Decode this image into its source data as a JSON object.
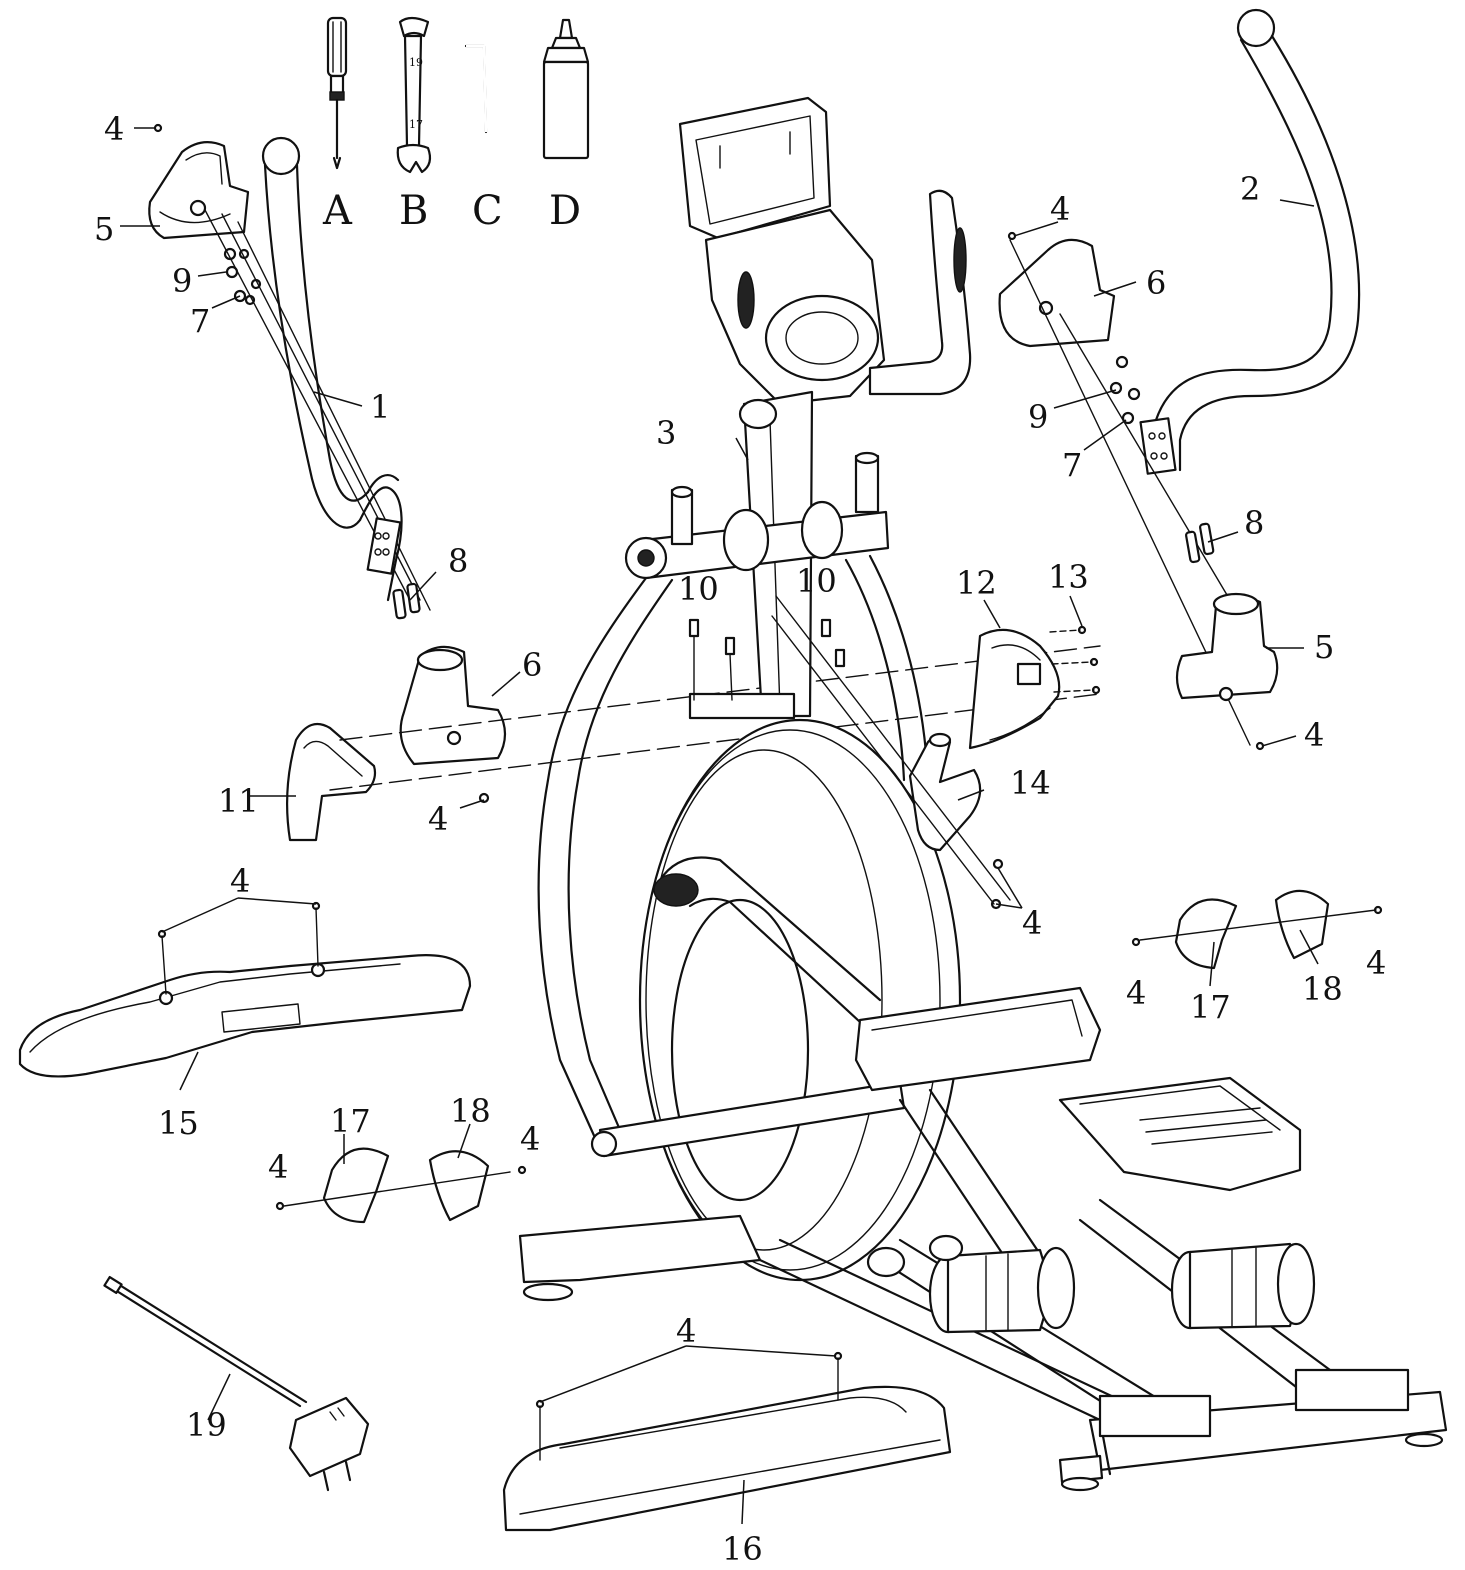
{
  "tools": [
    {
      "id": "A",
      "label": "A"
    },
    {
      "id": "B",
      "label": "B"
    },
    {
      "id": "C",
      "label": "C"
    },
    {
      "id": "D",
      "label": "D"
    }
  ],
  "parts": [
    {
      "key": "p1",
      "label": "1"
    },
    {
      "key": "p2",
      "label": "2"
    },
    {
      "key": "p3",
      "label": "3"
    },
    {
      "key": "p4_a",
      "label": "4"
    },
    {
      "key": "p4_b",
      "label": "4"
    },
    {
      "key": "p4_c",
      "label": "4"
    },
    {
      "key": "p4_d",
      "label": "4"
    },
    {
      "key": "p4_e",
      "label": "4"
    },
    {
      "key": "p4_f",
      "label": "4"
    },
    {
      "key": "p4_g",
      "label": "4"
    },
    {
      "key": "p4_h",
      "label": "4"
    },
    {
      "key": "p4_i",
      "label": "4"
    },
    {
      "key": "p4_j",
      "label": "4"
    },
    {
      "key": "p4_k",
      "label": "4"
    },
    {
      "key": "p5_a",
      "label": "5"
    },
    {
      "key": "p5_b",
      "label": "5"
    },
    {
      "key": "p6_a",
      "label": "6"
    },
    {
      "key": "p6_b",
      "label": "6"
    },
    {
      "key": "p7_a",
      "label": "7"
    },
    {
      "key": "p7_b",
      "label": "7"
    },
    {
      "key": "p8_a",
      "label": "8"
    },
    {
      "key": "p8_b",
      "label": "8"
    },
    {
      "key": "p9_a",
      "label": "9"
    },
    {
      "key": "p9_b",
      "label": "9"
    },
    {
      "key": "p10_a",
      "label": "10"
    },
    {
      "key": "p10_b",
      "label": "10"
    },
    {
      "key": "p11",
      "label": "11"
    },
    {
      "key": "p12",
      "label": "12"
    },
    {
      "key": "p13",
      "label": "13"
    },
    {
      "key": "p14",
      "label": "14"
    },
    {
      "key": "p15",
      "label": "15"
    },
    {
      "key": "p16",
      "label": "16"
    },
    {
      "key": "p17_a",
      "label": "17"
    },
    {
      "key": "p17_b",
      "label": "17"
    },
    {
      "key": "p18_a",
      "label": "18"
    },
    {
      "key": "p18_b",
      "label": "18"
    },
    {
      "key": "p19",
      "label": "19"
    }
  ],
  "wrench_marks": [
    "19",
    "17"
  ]
}
